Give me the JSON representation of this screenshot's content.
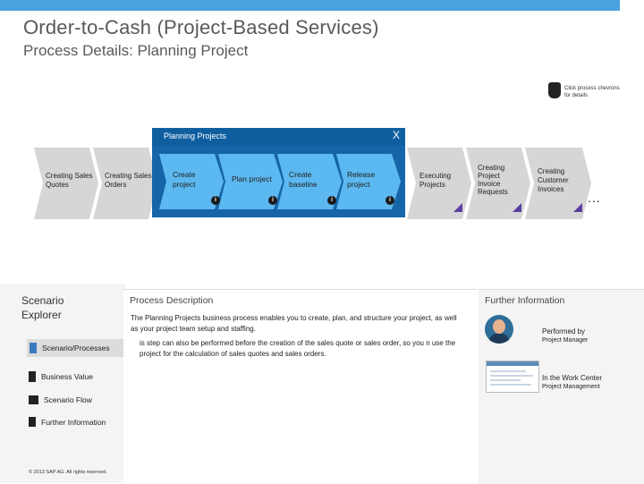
{
  "header": {
    "title": "Order-to-Cash (Project-Based Services)",
    "subtitle": "Process Details: Planning Project",
    "hint": "Click process chevrons for details"
  },
  "flow": {
    "pre_steps": [
      "Creating Sales Quotes",
      "Creating Sales Orders"
    ],
    "group": {
      "title": "Planning Projects",
      "close": "X",
      "steps": [
        "Create project",
        "Plan project",
        "Create baseline",
        "Release project"
      ],
      "info_glyph": "i"
    },
    "post_steps": [
      "Executing Projects",
      "Creating Project Invoice Requests",
      "Creating Customer Invoices"
    ],
    "more": "..."
  },
  "sidebar": {
    "title_line1": "Scenario",
    "title_line2": "Explorer",
    "items": [
      {
        "label": "Scenario/Processes",
        "icon": "processes-icon",
        "active": true
      },
      {
        "label": "Business Value",
        "icon": "business-value-icon",
        "active": false
      },
      {
        "label": "Scenario Flow",
        "icon": "scenario-flow-icon",
        "active": false
      },
      {
        "label": "Further Information",
        "icon": "info-icon",
        "active": false
      }
    ],
    "copyright": "© 2013 SAP AG. All rights reserved."
  },
  "description": {
    "title": "Process Description",
    "para1": "The Planning Projects business process enables you to create, plan, and structure your project, as well as your project team setup and staffing.",
    "para2": "is step can also be performed before the creation of the sales quote or sales order, so you n use the project for the calculation of sales quotes and sales orders."
  },
  "further_info": {
    "title": "Further Information",
    "performed_by_label": "Performed by",
    "performed_by_value": "Project Manager",
    "work_center_label": "In the Work Center",
    "work_center_value": "Project Management"
  },
  "colors": {
    "accent": "#4aa3df",
    "group_dark": "#1565a8",
    "chevron_light": "#5cb8f0",
    "chevron_gray": "#d6d6d6"
  }
}
